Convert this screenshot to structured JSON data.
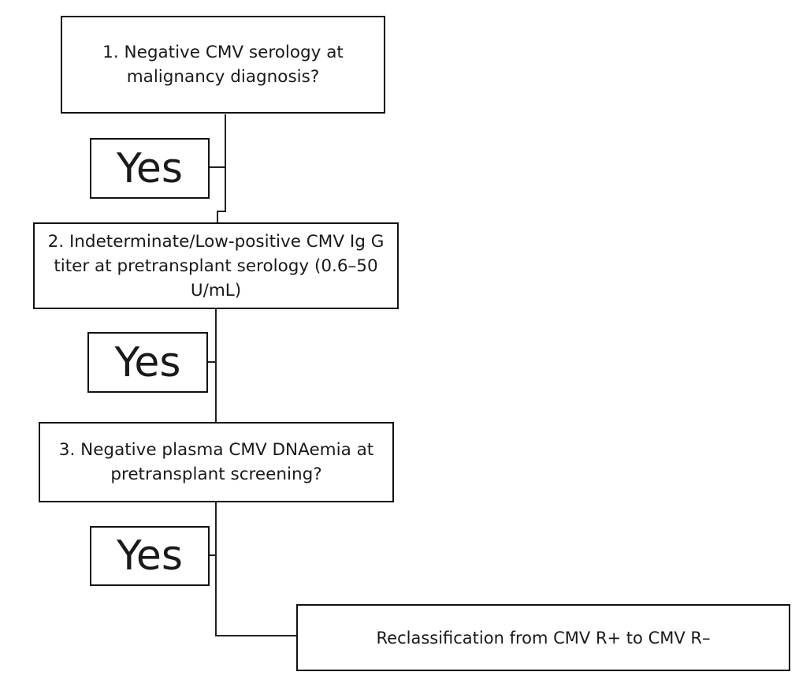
{
  "flowchart": {
    "step1": {
      "text": "1. Negative CMV serology at\nmalignancy diagnosis?"
    },
    "yes1": {
      "label": "Yes"
    },
    "step2": {
      "text": "2. Indeterminate/Low-positive CMV Ig G\ntiter at pretransplant serology (0.6–50\nU/mL)"
    },
    "yes2": {
      "label": "Yes"
    },
    "step3": {
      "text": "3. Negative plasma CMV DNAemia at\npretransplant screening?"
    },
    "yes3": {
      "label": "Yes"
    },
    "outcome": {
      "text": "Reclassification from CMV R+ to CMV R–"
    }
  }
}
